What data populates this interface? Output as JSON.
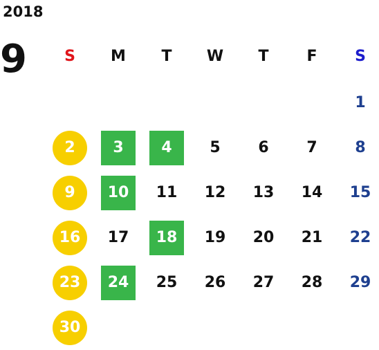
{
  "calendar": {
    "year": "2018",
    "month": "9",
    "weekdays": [
      "S",
      "M",
      "T",
      "W",
      "T",
      "F",
      "S"
    ],
    "weeks": [
      [
        "",
        "",
        "",
        "",
        "",
        "",
        "1"
      ],
      [
        "2",
        "3",
        "4",
        "5",
        "6",
        "7",
        "8"
      ],
      [
        "9",
        "10",
        "11",
        "12",
        "13",
        "14",
        "15"
      ],
      [
        "16",
        "17",
        "18",
        "19",
        "20",
        "21",
        "22"
      ],
      [
        "23",
        "24",
        "25",
        "26",
        "27",
        "28",
        "29"
      ],
      [
        "30",
        "",
        "",
        "",
        "",
        "",
        ""
      ]
    ],
    "highlighted_days": [
      "3",
      "4",
      "10",
      "18",
      "24"
    ],
    "colors": {
      "sunday_header": "#e0151b",
      "saturday_header": "#1c1ccc",
      "saturday_text": "#1e3f8f",
      "sunday_circle": "#f7cf00",
      "highlight_box": "#39b54a"
    }
  }
}
